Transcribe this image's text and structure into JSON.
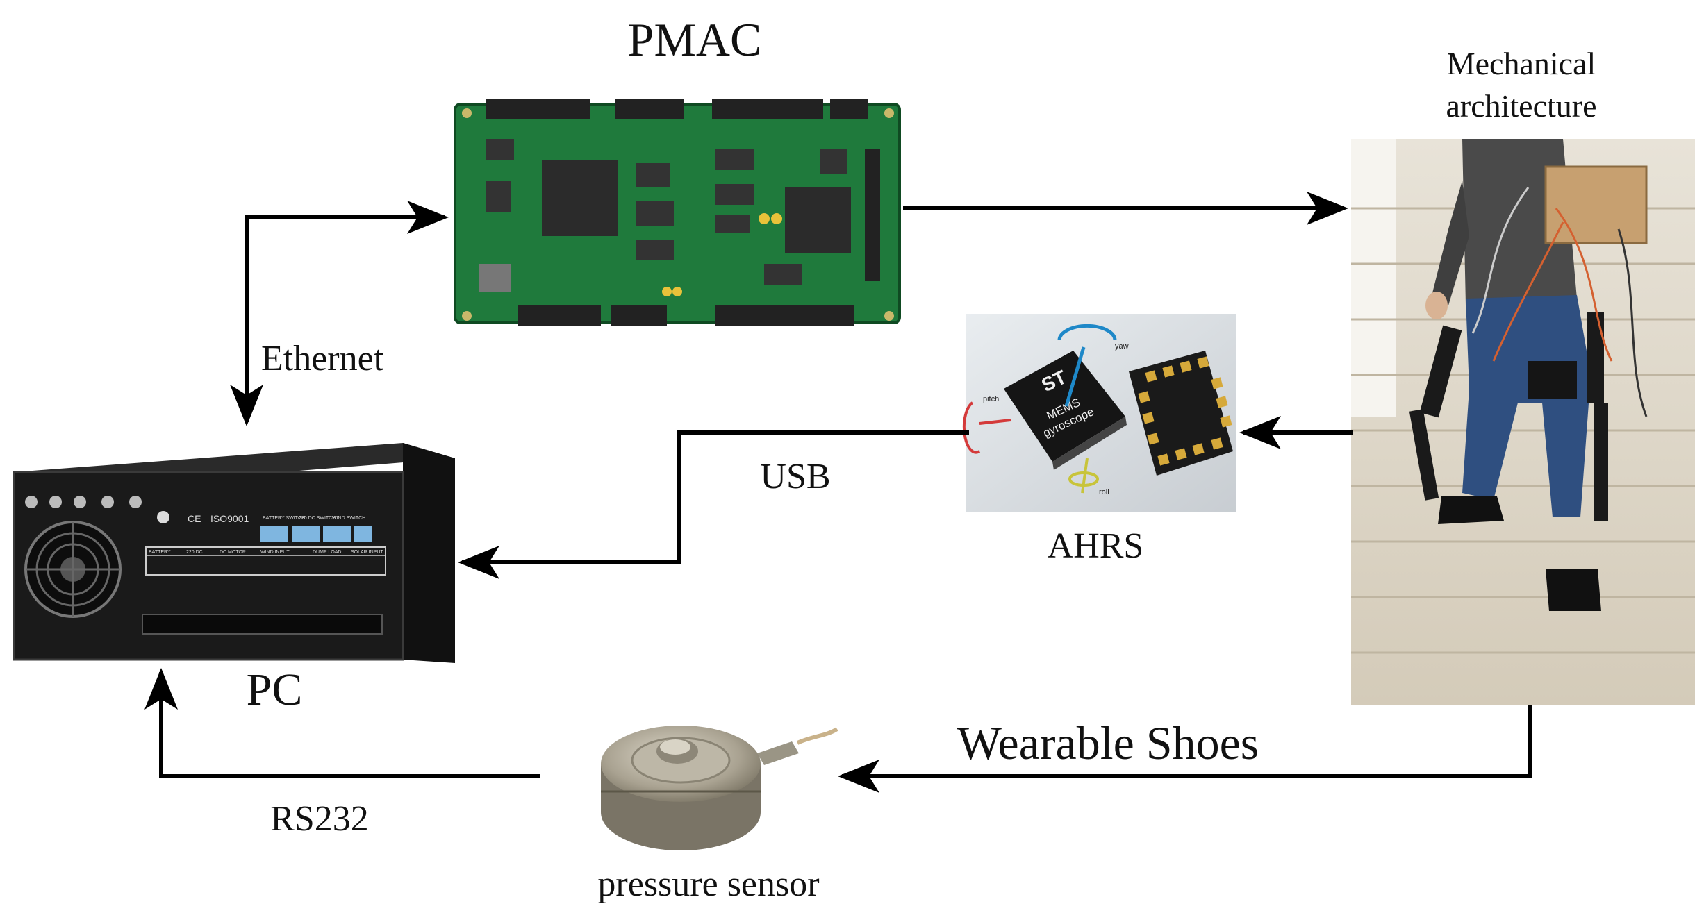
{
  "labels": {
    "pmac": "PMAC",
    "mechanical_line1": "Mechanical",
    "mechanical_line2": "architecture",
    "ethernet": "Ethernet",
    "usb": "USB",
    "ahrs": "AHRS",
    "pc": "PC",
    "wearable_shoes": "Wearable Shoes",
    "rs232": "RS232",
    "pressure_sensor": "pressure sensor"
  },
  "chip": {
    "brand": "ST",
    "line1": "MEMS",
    "line2": "gyroscope",
    "axis_yaw": "yaw",
    "axis_pitch": "pitch",
    "axis_roll": "roll"
  },
  "pc_panel": {
    "cert1": "CE",
    "cert2": "ISO9001",
    "switch1": "BATTERY SWITCH",
    "switch2": "220 DC SWITCH",
    "switch3": "WIND SWITCH",
    "col1": "BATTERY",
    "col2": "220 DC",
    "col3": "DC MOTOR",
    "col4": "WIND INPUT",
    "col5": "DUMP LOAD",
    "col6": "SOLAR INPUT"
  },
  "colors": {
    "arrow": "#000000",
    "pcb": "#1f7a3c",
    "pc_body": "#1a1a1a",
    "chip_accent": "#1e88c8",
    "sensor_metal": "#a29c8c"
  }
}
